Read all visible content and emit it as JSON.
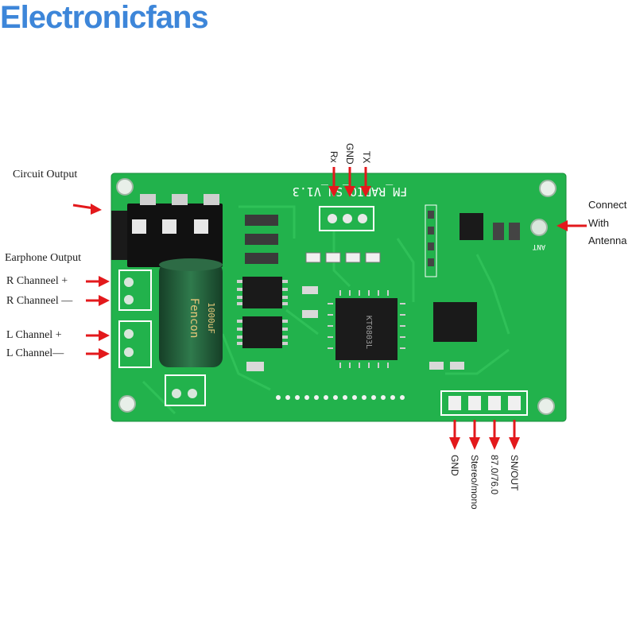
{
  "brand": {
    "name": "Electronicfans"
  },
  "board": {
    "silkscreen_title": "FM_RADIO_SN_V1.3",
    "antenna_mark": "ANT",
    "ic_marking": "KT0803L",
    "cap_marking": "Fencon",
    "cap_value": "1000uF"
  },
  "labels": {
    "circuit_output": "Circuit  Output",
    "earphone_output": "Earphone  Output",
    "r_plus": "R  Channeel +",
    "r_minus": "R  Channeel —",
    "l_plus": "L   Channel +",
    "l_minus": "L   Channel—",
    "connect_antenna": [
      "Connect",
      "With",
      "Antenna"
    ],
    "top_pins": [
      "Rx",
      "GND",
      "TX"
    ],
    "bottom_pins": [
      "GND",
      "Stereo/mono",
      "87.0/76.0",
      "SN/OUT"
    ]
  },
  "colors": {
    "brand": "#3d86d9",
    "pcb": "#22b24c",
    "arrow": "#e3191c",
    "capacitor": "#1f5a36"
  }
}
